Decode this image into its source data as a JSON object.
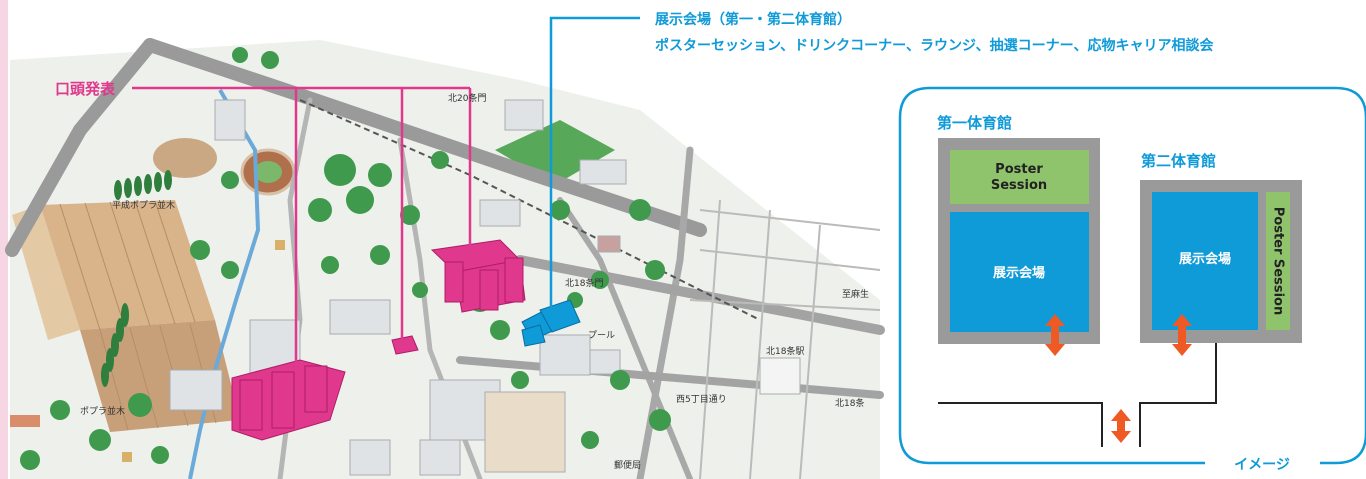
{
  "callouts": {
    "exhibition_title": "展示会場（第一・第二体育館）",
    "exhibition_detail": "ポスターセッション、ドリンクコーナー、ラウンジ、抽選コーナー、応物キャリア相談会",
    "oral": "口頭発表"
  },
  "map_labels": {
    "kita20_gate": "北20条門",
    "kita18_gate": "北18条門",
    "pool": "プール",
    "heisei_poplar": "平成ポプラ並木",
    "poplar": "ポプラ並木",
    "asabu": "至麻生",
    "kita18_station": "北18条駅",
    "nishi5": "西5丁目通り",
    "kita18": "北18条",
    "post_office": "郵便局"
  },
  "inset": {
    "gym1_title": "第一体育館",
    "gym2_title": "第二体育館",
    "poster_line1": "Poster",
    "poster_line2": "Session",
    "poster_vertical": "Poster Session",
    "exhibition1": "展示会場",
    "exhibition2": "展示会場",
    "image_label": "イメージ"
  },
  "colors": {
    "magenta": "#e0388c",
    "blue": "#0f9ad8",
    "green": "#8fc46d",
    "gray": "#9a9a9a",
    "orange": "#ef5a24",
    "tree": "#3f9a4d",
    "road": "#8e8e8e"
  }
}
